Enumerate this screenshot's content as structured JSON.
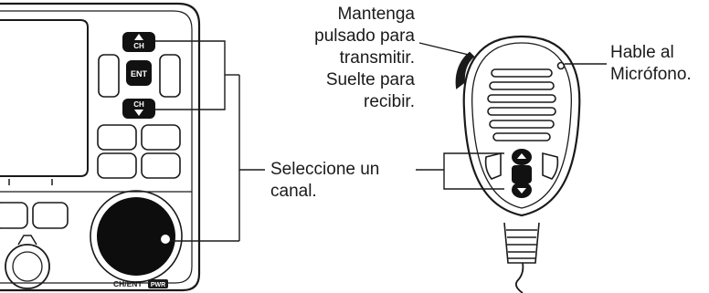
{
  "radio": {
    "ch_up_key": "CH",
    "enter_key": "ENT",
    "ch_down_key": "CH",
    "knob_caption": "CH/ENT",
    "power_badge": "PWR"
  },
  "callouts": {
    "ptt": "Mantenga\npulsado para\ntransmitir.\nSuelte para\nrecibir.",
    "speak": "Hable al\nMicrófono.",
    "select_channel": "Seleccione un\ncanal."
  }
}
